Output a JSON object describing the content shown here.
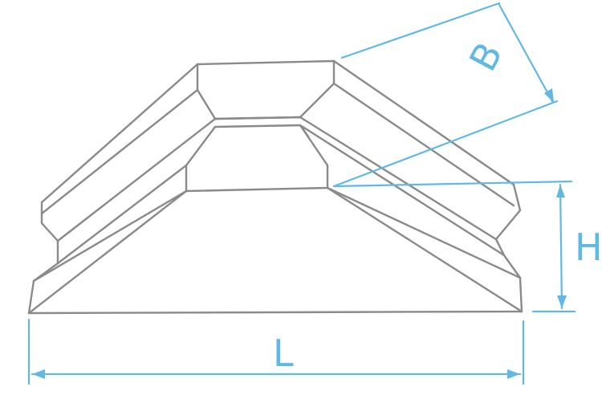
{
  "colors": {
    "outline": "#8a8a8a",
    "dimension": "#5fb8e6",
    "background": "#ffffff"
  },
  "dimensions": {
    "length_label": "L",
    "height_label": "H",
    "width_label": "B"
  }
}
